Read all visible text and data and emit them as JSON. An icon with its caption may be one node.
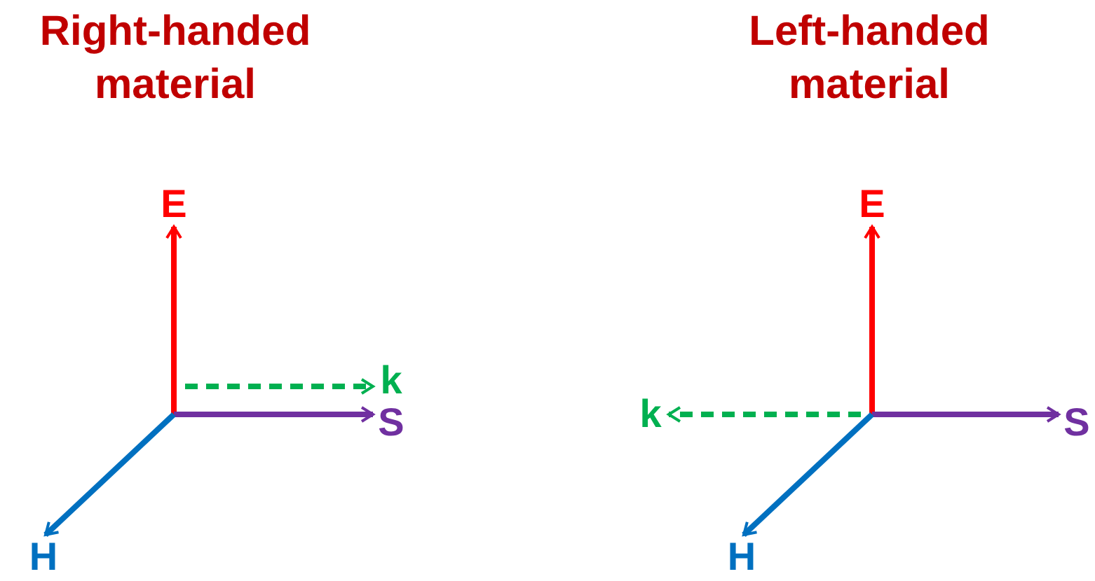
{
  "diagram": {
    "nodes": [
      {
        "text": [
          "E"
        ]
      },
      {
        "text": [
          "k"
        ]
      },
      {
        "text": [
          "S"
        ]
      },
      {
        "text": [
          "H"
        ]
      },
      {
        "text": [
          "E"
        ]
      },
      {
        "text": [
          "k"
        ]
      },
      {
        "text": [
          "S"
        ]
      },
      {
        "text": [
          "H"
        ]
      }
    ],
    "edges": [
      {
        "from": null,
        "to": 0,
        "arrow": "to",
        "color": "#ff0000"
      },
      {
        "from": null,
        "to": 1,
        "arrow": "to",
        "style": "dashed",
        "color": "#00b050"
      },
      {
        "from": null,
        "to": 2,
        "arrow": "to",
        "color": "#7030a0"
      },
      {
        "from": null,
        "to": 3,
        "arrow": "to",
        "color": "#0070c0"
      },
      {
        "from": null,
        "to": 4,
        "arrow": "to",
        "color": "#ff0000"
      },
      {
        "from": null,
        "to": 5,
        "arrow": "to",
        "style": "dashed",
        "color": "#00b050"
      },
      {
        "from": null,
        "to": 6,
        "arrow": "to",
        "color": "#7030a0"
      },
      {
        "from": null,
        "to": 7,
        "arrow": "to",
        "color": "#0070c0"
      }
    ],
    "labels": [
      "Right-handed material",
      "Left-handed material"
    ]
  }
}
